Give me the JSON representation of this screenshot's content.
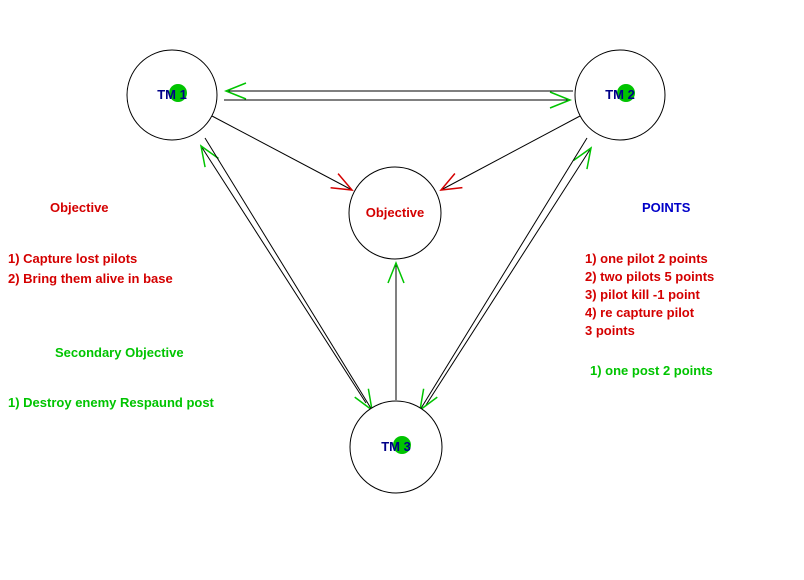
{
  "colors": {
    "red": "#d40000",
    "green": "#00c400",
    "blue": "#0000c8",
    "navy": "#000088",
    "outline": "#000000",
    "background": "#ffffff"
  },
  "nodes": {
    "tm1": "TM 1",
    "tm2": "TM 2",
    "tm3": "TM 3",
    "center": "Objective"
  },
  "left": {
    "objective_heading": "Objective",
    "objective_items": [
      "1) Capture lost pilots",
      "2) Bring them alive in base"
    ],
    "secondary_heading": "Secondary Objective",
    "secondary_items": [
      "1) Destroy enemy Respaund post"
    ]
  },
  "right": {
    "heading": "POINTS",
    "point_items": [
      "1) one pilot 2 points",
      "2) two pilots 5 points",
      "3) pilot kill -1 point",
      "4) re capture pilot",
      "3 points"
    ],
    "secondary_items": [
      "1) one post 2 points"
    ]
  }
}
